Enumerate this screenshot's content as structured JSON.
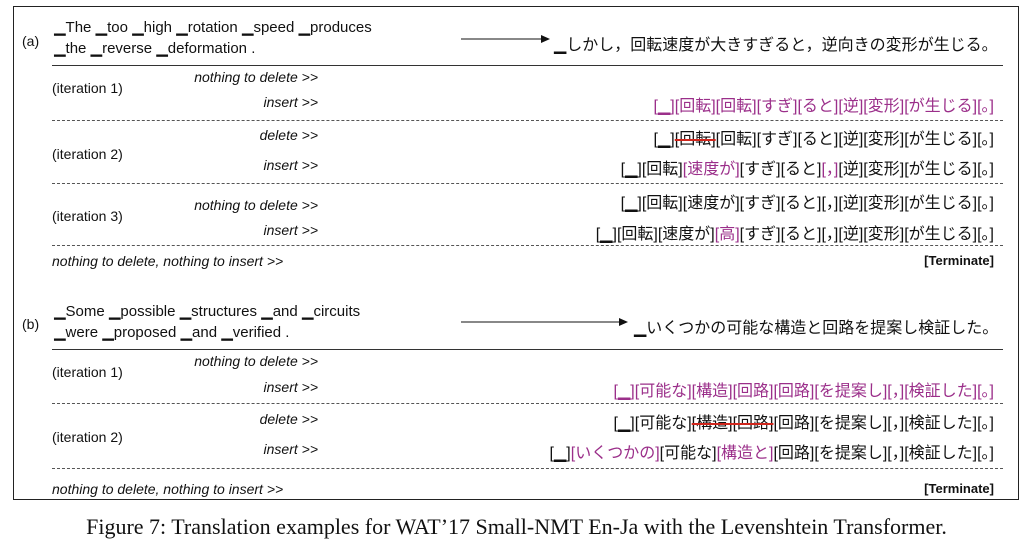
{
  "caption": "Figure 7: Translation examples for WAT’17 Small-NMT En-Ja with the Levenshtein Transformer.",
  "panel_a": {
    "label": "(a)",
    "source_line1": "▁The ▁too ▁high ▁rotation ▁speed ▁produces",
    "source_line2": "▁the ▁reverse ▁deformation .",
    "target": "▁しかし，回転速度が大きすぎると，逆向きの変形が生じる。",
    "iter1_label": "(iteration 1)",
    "iter1_op1": "nothing to delete >>",
    "iter1_op2": "insert >>",
    "iter1_insert": [
      {
        "t": "[▁]",
        "s": "ins"
      },
      {
        "t": "[回転]",
        "s": "ins"
      },
      {
        "t": "[回転]",
        "s": "ins"
      },
      {
        "t": "[すぎ]",
        "s": "ins"
      },
      {
        "t": "[ると]",
        "s": "ins"
      },
      {
        "t": "[逆]",
        "s": "ins"
      },
      {
        "t": "[変形]",
        "s": "ins"
      },
      {
        "t": "[が生じる]",
        "s": "ins"
      },
      {
        "t": "[。]",
        "s": "ins"
      }
    ],
    "iter2_label": "(iteration 2)",
    "iter2_op1": "delete >>",
    "iter2_op2": "insert >>",
    "iter2_delete": [
      {
        "t": "[▁]",
        "s": ""
      },
      {
        "t": "[回転]",
        "s": "del"
      },
      {
        "t": "[回転]",
        "s": ""
      },
      {
        "t": "[すぎ]",
        "s": ""
      },
      {
        "t": "[ると]",
        "s": ""
      },
      {
        "t": "[逆]",
        "s": ""
      },
      {
        "t": "[変形]",
        "s": ""
      },
      {
        "t": "[が生じる]",
        "s": ""
      },
      {
        "t": "[。]",
        "s": ""
      }
    ],
    "iter2_insert": [
      {
        "t": "[▁]",
        "s": ""
      },
      {
        "t": "[回転]",
        "s": ""
      },
      {
        "t": "[速度が]",
        "s": "ins"
      },
      {
        "t": "[すぎ]",
        "s": ""
      },
      {
        "t": "[ると]",
        "s": ""
      },
      {
        "t": "[，]",
        "s": "ins"
      },
      {
        "t": "[逆]",
        "s": ""
      },
      {
        "t": "[変形]",
        "s": ""
      },
      {
        "t": "[が生じる]",
        "s": ""
      },
      {
        "t": "[。]",
        "s": ""
      }
    ],
    "iter3_label": "(iteration 3)",
    "iter3_op1": "nothing to delete >>",
    "iter3_op2": "insert >>",
    "iter3_delete": [
      {
        "t": "[▁]",
        "s": ""
      },
      {
        "t": "[回転]",
        "s": ""
      },
      {
        "t": "[速度が]",
        "s": ""
      },
      {
        "t": "[すぎ]",
        "s": ""
      },
      {
        "t": "[ると]",
        "s": ""
      },
      {
        "t": "[，]",
        "s": ""
      },
      {
        "t": "[逆]",
        "s": ""
      },
      {
        "t": "[変形]",
        "s": ""
      },
      {
        "t": "[が生じる]",
        "s": ""
      },
      {
        "t": "[。]",
        "s": ""
      }
    ],
    "iter3_insert": [
      {
        "t": "[▁]",
        "s": ""
      },
      {
        "t": "[回転]",
        "s": ""
      },
      {
        "t": "[速度が]",
        "s": ""
      },
      {
        "t": "[高]",
        "s": "ins"
      },
      {
        "t": "[すぎ]",
        "s": ""
      },
      {
        "t": "[ると]",
        "s": ""
      },
      {
        "t": "[，]",
        "s": ""
      },
      {
        "t": "[逆]",
        "s": ""
      },
      {
        "t": "[変形]",
        "s": ""
      },
      {
        "t": "[が生じる]",
        "s": ""
      },
      {
        "t": "[。]",
        "s": ""
      }
    ],
    "end_text": "nothing to delete, nothing to insert >>",
    "terminate": "[Terminate]"
  },
  "panel_b": {
    "label": "(b)",
    "source_line1": "▁Some ▁possible ▁structures ▁and ▁circuits",
    "source_line2": "▁were ▁proposed ▁and ▁verified .",
    "target": "▁いくつかの可能な構造と回路を提案し検証した。",
    "iter1_label": "(iteration 1)",
    "iter1_op1": "nothing to delete >>",
    "iter1_op2": "insert >>",
    "iter1_insert": [
      {
        "t": "[▁]",
        "s": "ins"
      },
      {
        "t": "[可能な]",
        "s": "ins"
      },
      {
        "t": "[構造]",
        "s": "ins"
      },
      {
        "t": "[回路]",
        "s": "ins"
      },
      {
        "t": "[回路]",
        "s": "ins"
      },
      {
        "t": "[を提案し]",
        "s": "ins"
      },
      {
        "t": "[，]",
        "s": "ins"
      },
      {
        "t": "[検証した]",
        "s": "ins"
      },
      {
        "t": "[。]",
        "s": "ins"
      }
    ],
    "iter2_label": "(iteration 2)",
    "iter2_op1": "delete >>",
    "iter2_op2": "insert >>",
    "iter2_delete": [
      {
        "t": "[▁]",
        "s": ""
      },
      {
        "t": "[可能な]",
        "s": ""
      },
      {
        "t": "[構造]",
        "s": "del"
      },
      {
        "t": "[回路]",
        "s": "del"
      },
      {
        "t": "[回路]",
        "s": ""
      },
      {
        "t": "[を提案し]",
        "s": ""
      },
      {
        "t": "[，]",
        "s": ""
      },
      {
        "t": "[検証した]",
        "s": ""
      },
      {
        "t": "[。]",
        "s": ""
      }
    ],
    "iter2_insert": [
      {
        "t": "[▁]",
        "s": ""
      },
      {
        "t": "[いくつかの]",
        "s": "ins"
      },
      {
        "t": "[可能な]",
        "s": ""
      },
      {
        "t": "[構造と]",
        "s": "ins"
      },
      {
        "t": "[回路]",
        "s": ""
      },
      {
        "t": "[を提案し]",
        "s": ""
      },
      {
        "t": "[，]",
        "s": ""
      },
      {
        "t": "[検証した]",
        "s": ""
      },
      {
        "t": "[。]",
        "s": ""
      }
    ],
    "end_text": "nothing to delete, nothing to insert >>",
    "terminate": "[Terminate]"
  }
}
